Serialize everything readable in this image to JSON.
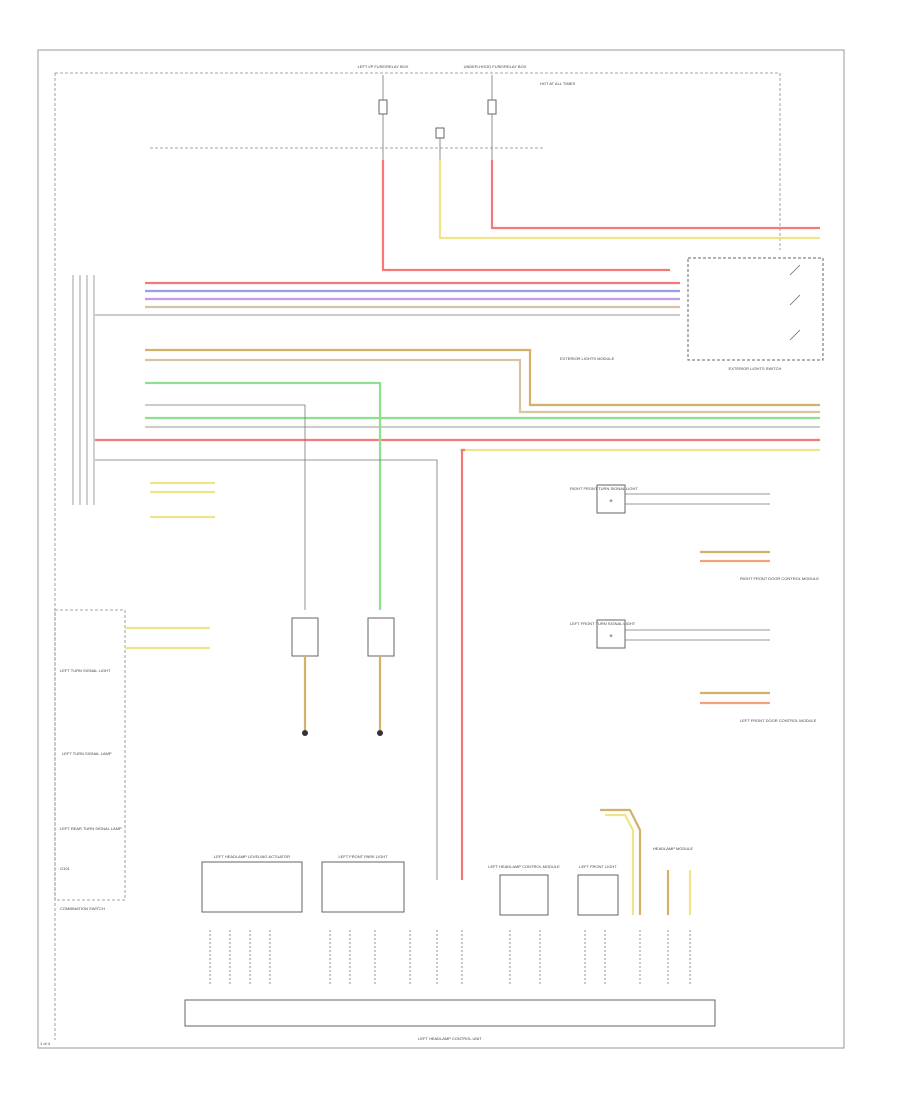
{
  "labels": {
    "top_center": "LEFT I/P FUSE/RELAY BOX",
    "top_right": "UNDER-HOOD FUSE/RELAY BOX",
    "right_note": "HOT AT ALL TIMES",
    "exterior_switch": "EXTERIOR LIGHTS SWITCH",
    "exterior_module": "EXTERIOR LIGHTS MODULE",
    "combination_switch": "COMBINATION SWITCH",
    "right_front_turn": "RIGHT FRONT TURN SIGNAL LIGHT",
    "left_front_turn": "LEFT FRONT TURN SIGNAL LIGHT",
    "right_mirror": "RIGHT FRONT DOOR CONTROL MODULE",
    "left_mirror": "LEFT FRONT DOOR CONTROL MODULE",
    "left_rear_turn": "LEFT TURN SIGNAL LIGHT",
    "rear_turn_lamp": "LEFT TURN SIGNAL LAMP",
    "left_rear_lamp": "LEFT REAR TURN SIGNAL LAMP",
    "module_a": "LEFT HEADLAMP LEVELING ACTUATOR",
    "module_b": "LEFT FRONT PARK LIGHT",
    "module_c": "LEFT HEADLAMP CONTROL MODULE",
    "module_d": "LEFT FRONT LIGHT",
    "module_e": "HEADLAMP MODULE",
    "ground": "G101",
    "bottom_bar": "LEFT HEADLAMP CONTROL UNIT",
    "page_ref": "1 of 4"
  },
  "colors": {
    "red": "#f47a7a",
    "blue": "#9a9af0",
    "violet": "#c39be8",
    "tan": "#d8c4a0",
    "green": "#8ee08e",
    "yellow": "#efe48a",
    "grey": "#9a9a9a",
    "gold": "#d4b16a"
  }
}
